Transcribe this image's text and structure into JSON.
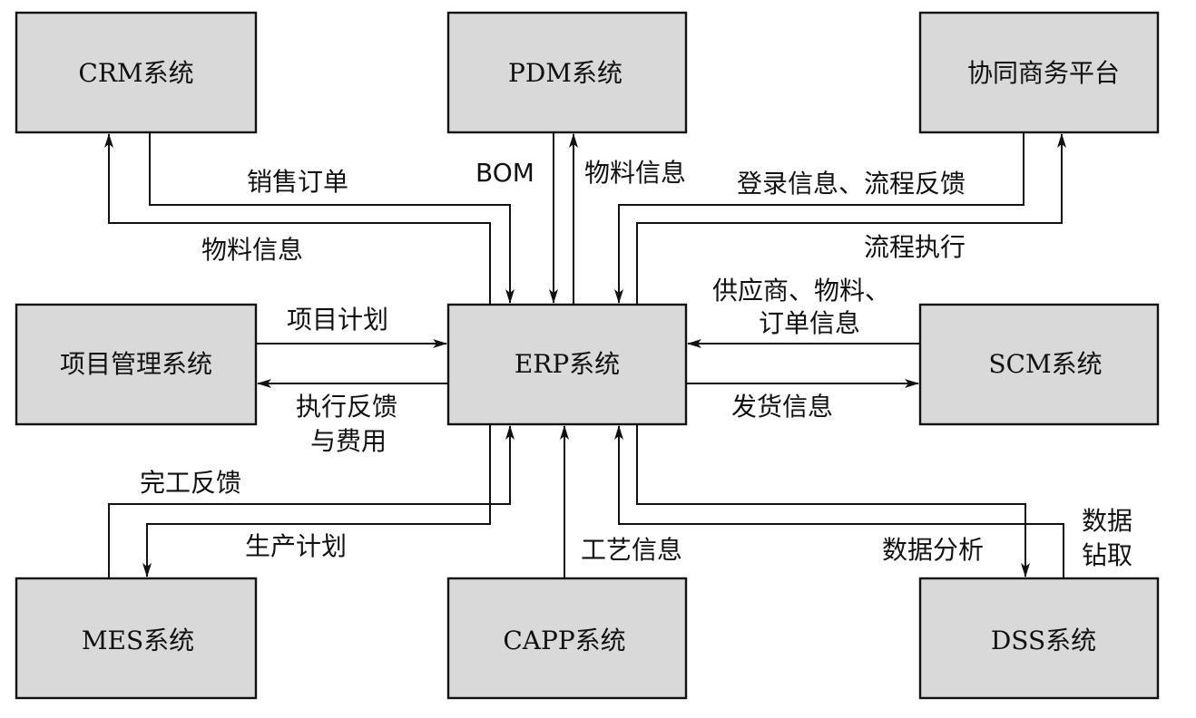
{
  "systems": {
    "crm": "CRM系统",
    "pdm": "PDM系统",
    "collab": "协同商务平台",
    "pm": "项目管理系统",
    "erp": "ERP系统",
    "scm": "SCM系统",
    "mes": "MES系统",
    "capp": "CAPP系统",
    "dss": "DSS系统"
  },
  "flows": {
    "sales_order": "销售订单",
    "crm_material_info": "物料信息",
    "bom": "BOM",
    "pdm_material_info": "物料信息",
    "login_info_feedback": "登录信息、流程反馈",
    "process_execution": "流程执行",
    "project_plan": "项目计划",
    "execution_feedback_line1": "执行反馈",
    "execution_feedback_line2": "与费用",
    "supplier_info_line1": "供应商、物料、",
    "supplier_info_line2": "订单信息",
    "delivery_info": "发货信息",
    "completion_feedback": "完工反馈",
    "production_plan": "生产计划",
    "process_info": "工艺信息",
    "data_analysis": "数据分析",
    "data_drill_line1": "数据",
    "data_drill_line2": "钻取"
  }
}
